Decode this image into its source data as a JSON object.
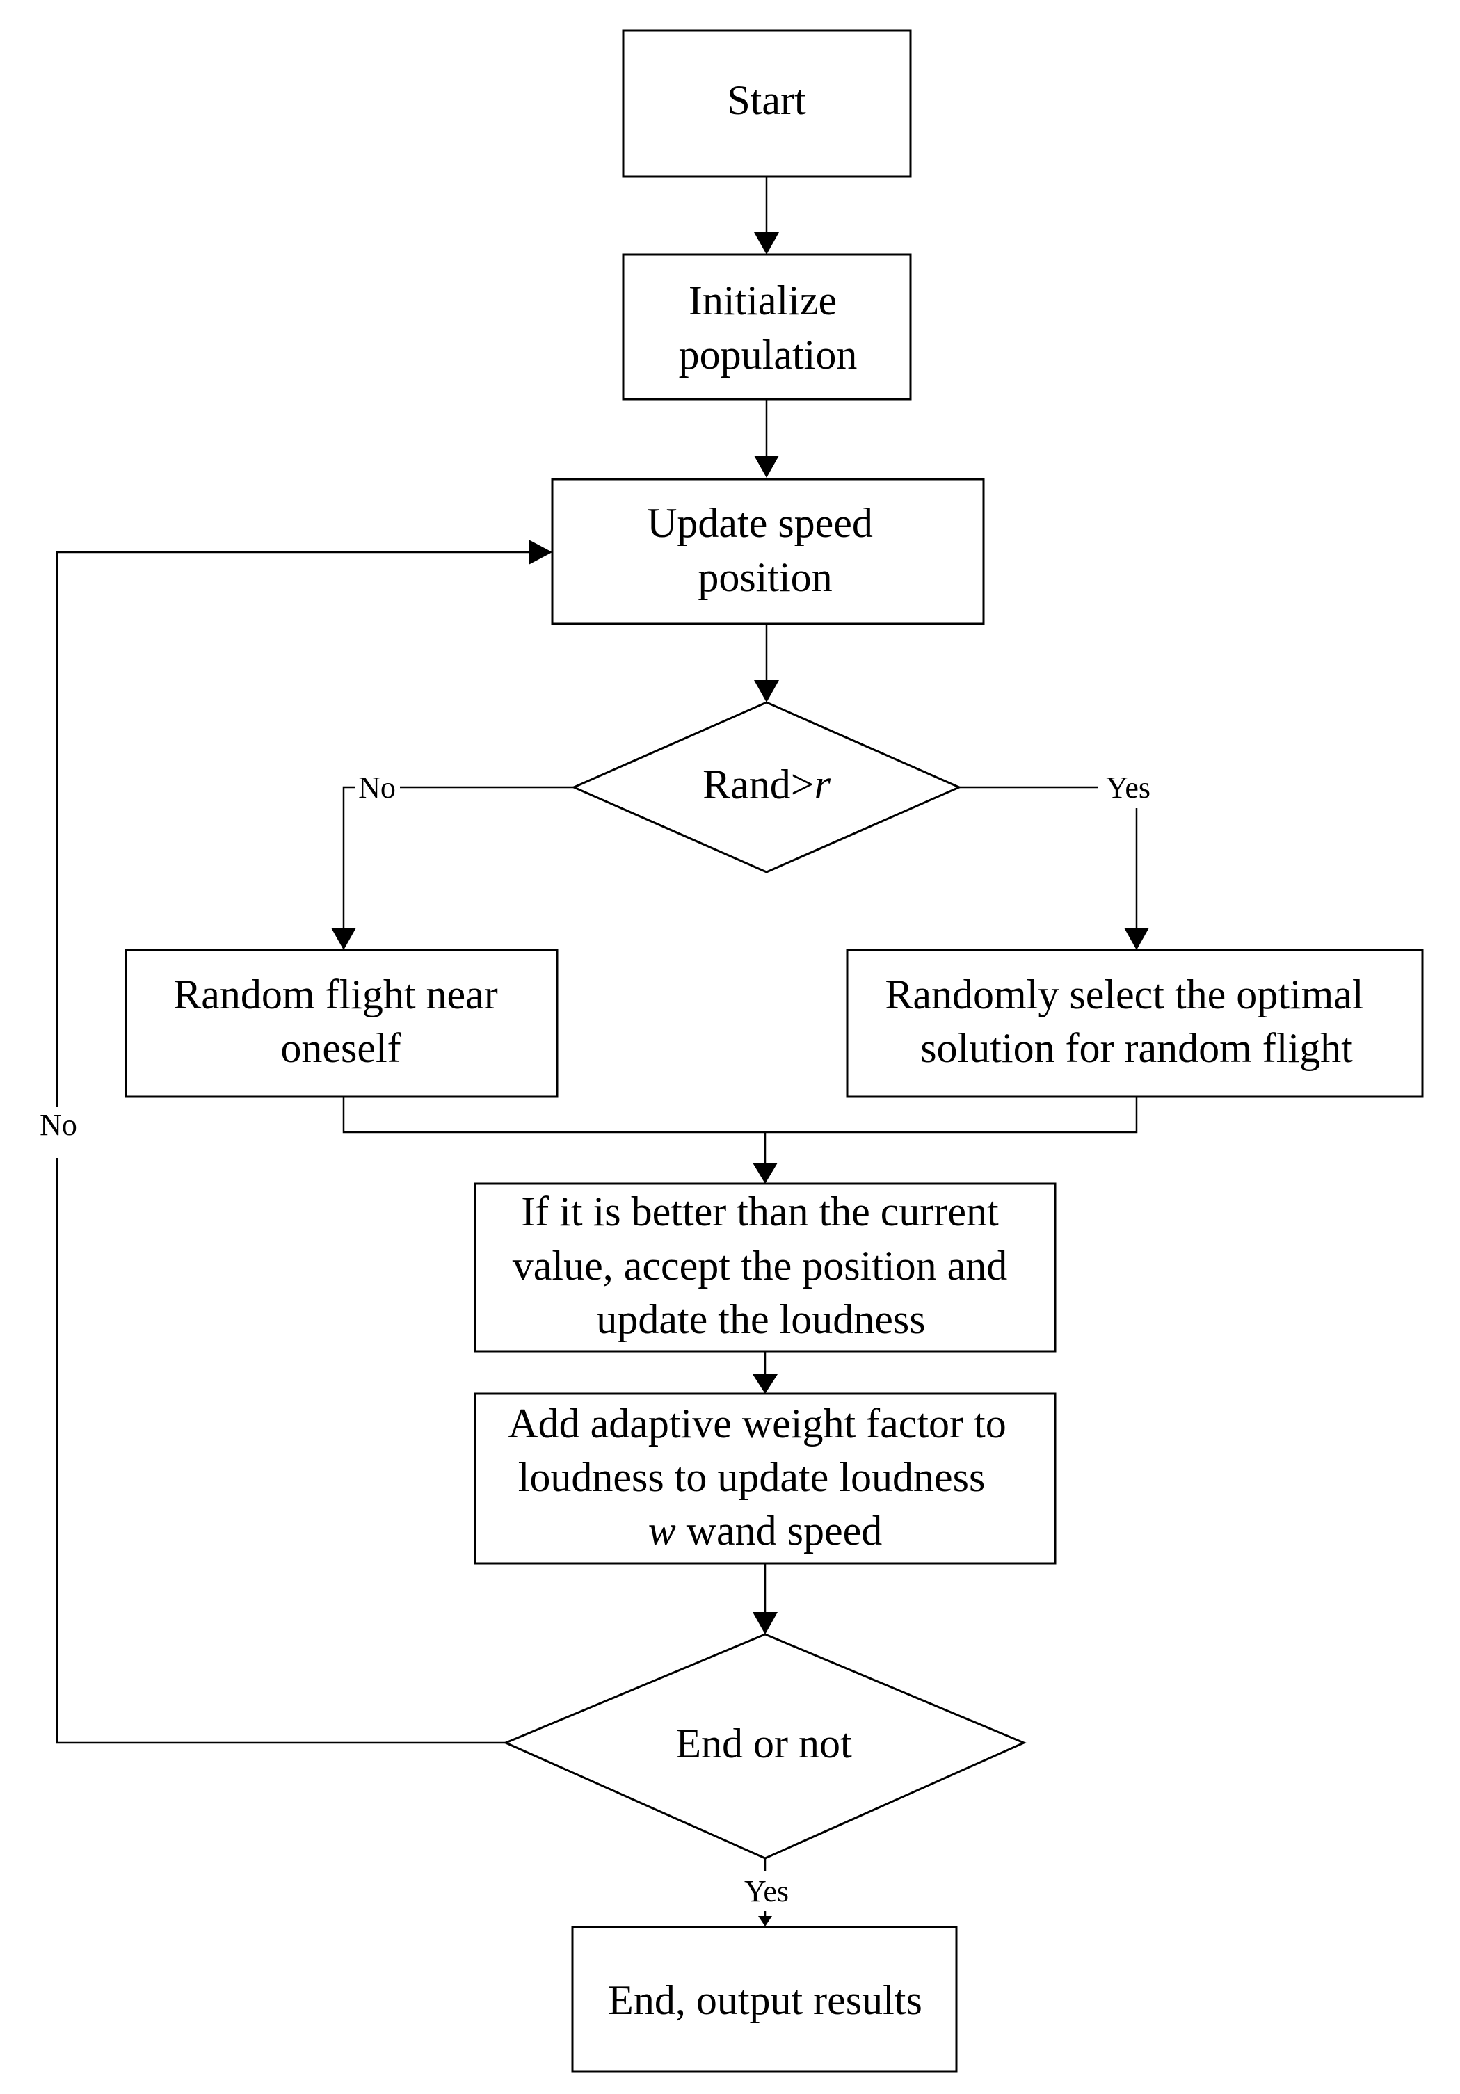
{
  "nodes": {
    "start": {
      "lines": [
        "Start"
      ]
    },
    "init": {
      "lines": [
        "Initialize",
        "population"
      ]
    },
    "update": {
      "lines": [
        "Update speed",
        "position"
      ]
    },
    "decision_rand": {
      "lines": [
        "Rand>",
        "r"
      ]
    },
    "random_near": {
      "lines": [
        "Random flight near",
        "oneself"
      ]
    },
    "random_optimal": {
      "lines": [
        "Randomly select the optimal",
        "solution for random flight"
      ]
    },
    "accept": {
      "lines": [
        "If it is better than the current",
        "value, accept the position and",
        "update the loudness"
      ]
    },
    "adaptive": {
      "lines": [
        "Add adaptive weight factor to",
        "loudness to update loudness",
        "w",
        " wand speed"
      ]
    },
    "decision_end": {
      "lines": [
        "End or not"
      ]
    },
    "end": {
      "lines": [
        "End, output results"
      ]
    }
  },
  "edge_labels": {
    "rand_no": "No",
    "rand_yes": "Yes",
    "loop_no": "No",
    "end_yes": "Yes"
  },
  "colors": {
    "stroke": "#000000",
    "fill": "#ffffff"
  }
}
